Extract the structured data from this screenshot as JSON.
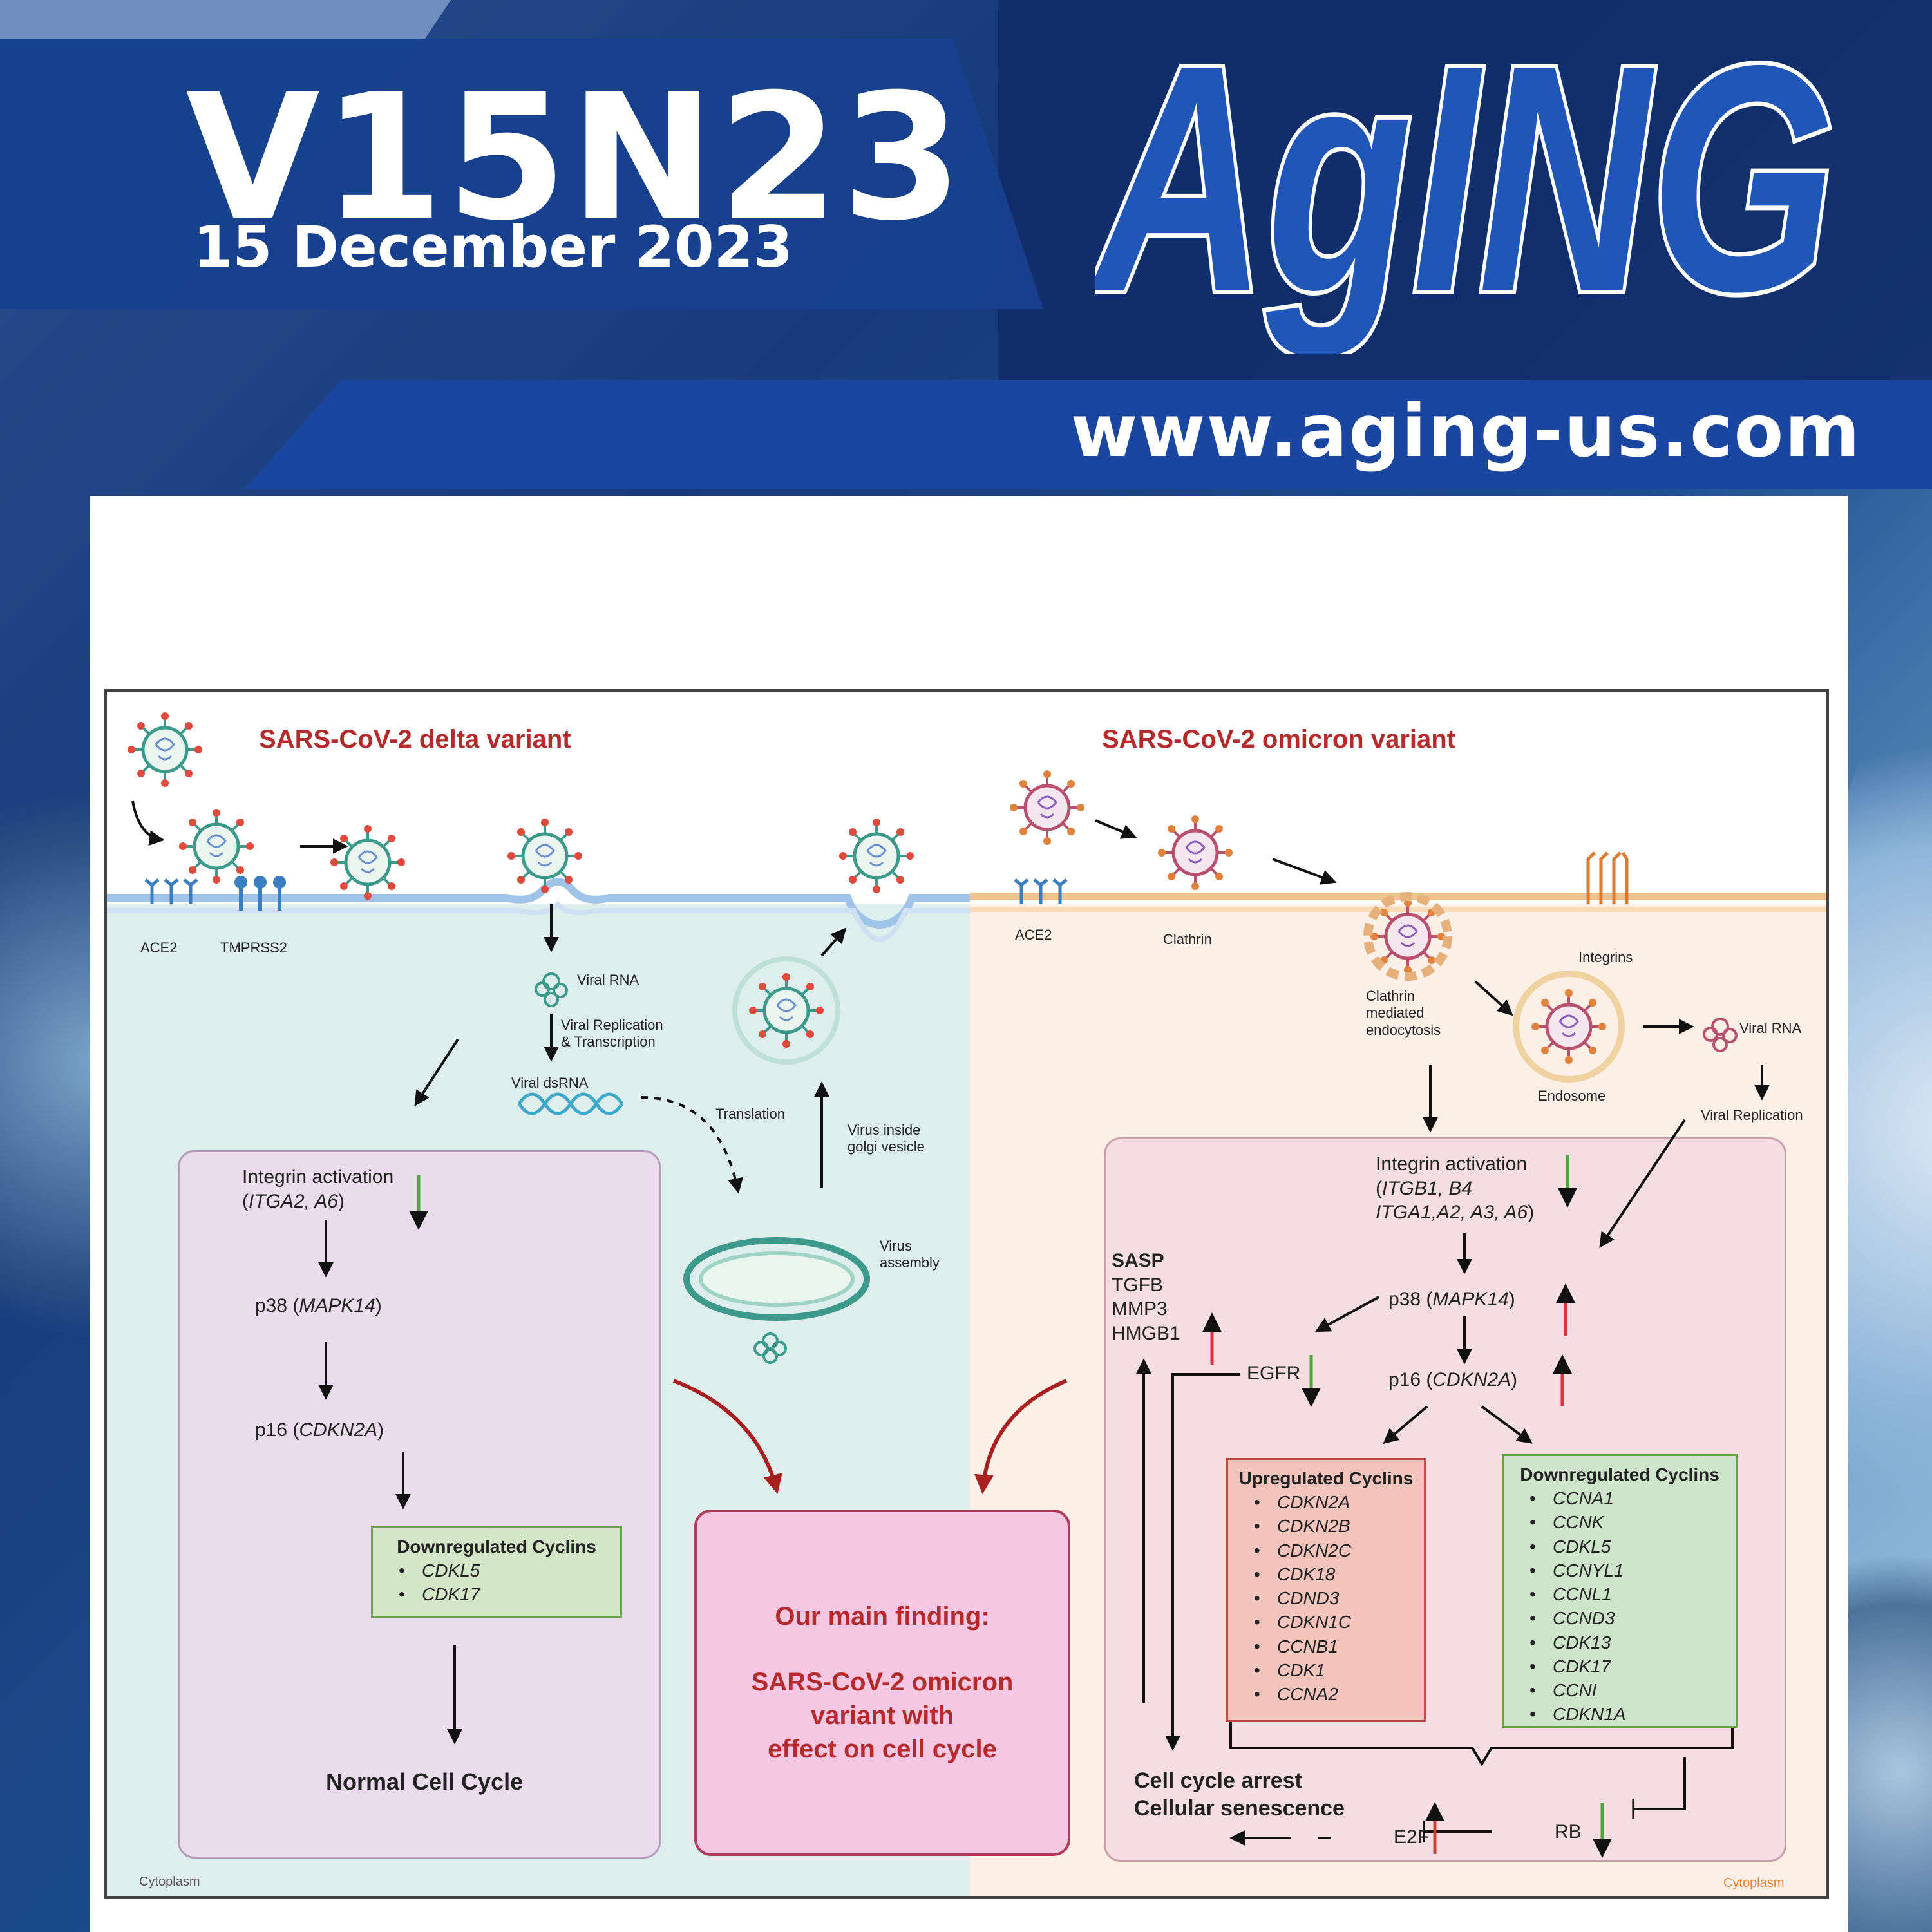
{
  "header": {
    "volume_issue": "V15N23",
    "date": "15 December 2023",
    "journal_logo": "AgING",
    "website": "www.aging-us.com"
  },
  "figure": {
    "left": {
      "title": "SARS-CoV-2 delta variant",
      "receptors": [
        "ACE2",
        "TMPRSS2"
      ],
      "viral_rna": "Viral RNA",
      "replication": [
        "Viral Replication",
        "& Transcription"
      ],
      "dsrna": "Viral dsRNA",
      "translation": "Translation",
      "golgi": [
        "Virus inside",
        "golgi vesicle"
      ],
      "assembly": [
        "Virus",
        "assembly"
      ],
      "pathway": {
        "integrin": "Integrin activation",
        "integrin_genes": "ITGA2, A6",
        "p38": "p38 (",
        "p38_gene": "MAPK14",
        "p16": "p16 (",
        "p16_gene": "CDKN2A",
        "down_title": "Downregulated Cyclins",
        "down_items": [
          "CDKL5",
          "CDK17"
        ],
        "outcome": "Normal Cell Cycle"
      },
      "cytoplasm": "Cytoplasm"
    },
    "right": {
      "title": "SARS-CoV-2 omicron variant",
      "receptors": [
        "ACE2",
        "Clathrin",
        "Integrins"
      ],
      "endocytosis": [
        "Clathrin",
        "mediated",
        "endocytosis"
      ],
      "endosome": "Endosome",
      "viral_rna": "Viral RNA",
      "replication": "Viral Replication",
      "pathway": {
        "integrin": "Integrin activation",
        "integrin_genes_1": "ITGB1, B4",
        "integrin_genes_2": "ITGA1,A2, A3, A6",
        "p38": "p38 (",
        "p38_gene": "MAPK14",
        "p16": "p16 (",
        "p16_gene": "CDKN2A",
        "sasp_title": "SASP",
        "sasp_items": [
          "TGFB",
          "MMP3",
          "HMGB1"
        ],
        "egfr": "EGFR",
        "up_title": "Upregulated Cyclins",
        "up_items": [
          "CDKN2A",
          "CDKN2B",
          "CDKN2C",
          "CDK18",
          "CDND3",
          "CDKN1C",
          "CCNB1",
          "CDK1",
          "CCNA2"
        ],
        "down_title": "Downregulated Cyclins",
        "down_items": [
          "CCNA1",
          "CCNK",
          "CDKL5",
          "CCNYL1",
          "CCNL1",
          "CCND3",
          "CDK13",
          "CDK17",
          "CCNI",
          "CDKN1A"
        ],
        "outcome_1": "Cell cycle arrest",
        "outcome_2": "Cellular senescence",
        "e2f": "E2F",
        "rb": "RB"
      },
      "cytoplasm": "Cytoplasm"
    },
    "main_finding": {
      "line1": "Our main finding:",
      "line2": "SARS-CoV-2 omicron",
      "line3": "variant with",
      "line4": "effect on cell cycle"
    }
  },
  "colors": {
    "banner_blue": "#17428f",
    "title_red": "#b52b2b",
    "delta_green": "#3d9a8a",
    "omicron_pink": "#b8506e",
    "up_red": "#d23a3a",
    "down_green": "#4caa3c"
  }
}
